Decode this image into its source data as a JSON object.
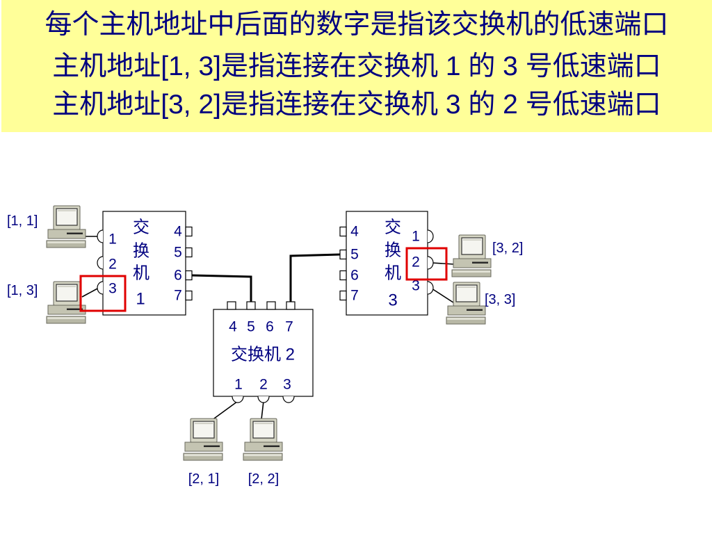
{
  "slide": {
    "colors": {
      "background": "#FFFFFF",
      "banner": "#FFFF99",
      "text": "#000080",
      "highlight": "#E00000",
      "link": "#000000"
    },
    "lines": [
      "每个主机地址中后面的数字是指该交换机的低速端口",
      "主机地址[1, 3]是指连接在交换机 1 的 3 号低速端口",
      "主机地址[3, 2]是指连接在交换机 3 的 2 号低速端口"
    ]
  },
  "diagram": {
    "icons": {
      "host": "pc-icon"
    },
    "switch1": {
      "name_chars": [
        "交",
        "换",
        "机",
        "1"
      ],
      "low_ports": [
        "1",
        "2",
        "3"
      ],
      "high_ports": [
        "4",
        "5",
        "6",
        "7"
      ]
    },
    "switch2": {
      "name": "交换机 2",
      "high_ports": [
        "4",
        "5",
        "6",
        "7"
      ],
      "low_ports": [
        "1",
        "2",
        "3"
      ]
    },
    "switch3": {
      "name_chars": [
        "交",
        "换",
        "机",
        "3"
      ],
      "high_ports": [
        "4",
        "5",
        "6",
        "7"
      ],
      "low_ports": [
        "1",
        "2",
        "3"
      ]
    },
    "hosts": [
      {
        "address": "[1, 1]"
      },
      {
        "address": "[1, 3]"
      },
      {
        "address": "[3, 2]"
      },
      {
        "address": "[3, 3]"
      },
      {
        "address": "[2, 1]"
      },
      {
        "address": "[2, 2]"
      }
    ]
  }
}
